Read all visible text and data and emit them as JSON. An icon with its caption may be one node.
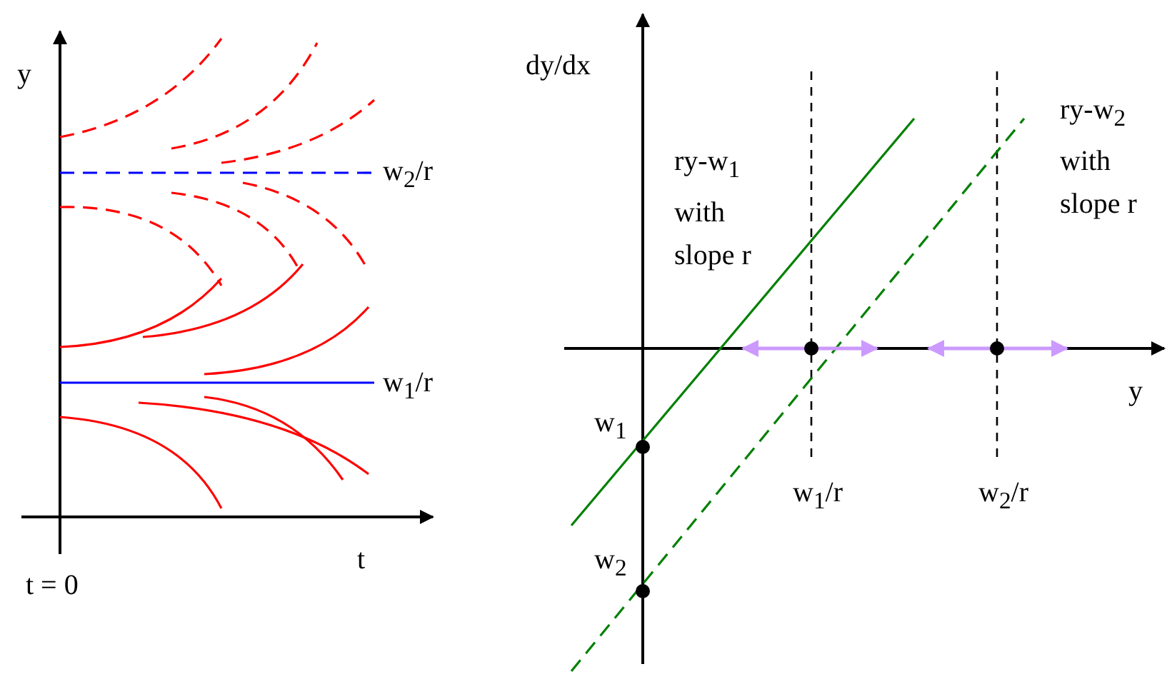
{
  "diagram": {
    "labels": [
      "y",
      "w$_{2}$/r",
      "w$_{1}$/r",
      "t",
      "t = 0",
      "dy/dx",
      "ry-w$_{1}$ with slope r",
      "ry-w$_{2}$ with slope r",
      "y",
      "w$_{1}$",
      "w$_{2}$",
      "w$_{1}$/r",
      "w$_{2}$/r"
    ]
  }
}
